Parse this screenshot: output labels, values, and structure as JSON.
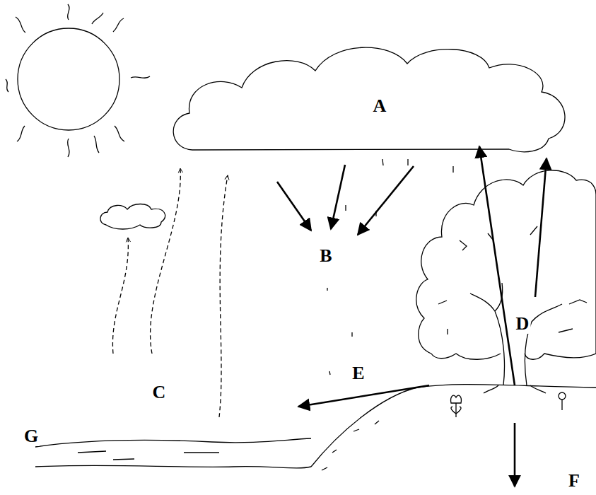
{
  "diagram": {
    "labels": [
      "A",
      "B",
      "C",
      "D",
      "E",
      "F",
      "G"
    ]
  }
}
